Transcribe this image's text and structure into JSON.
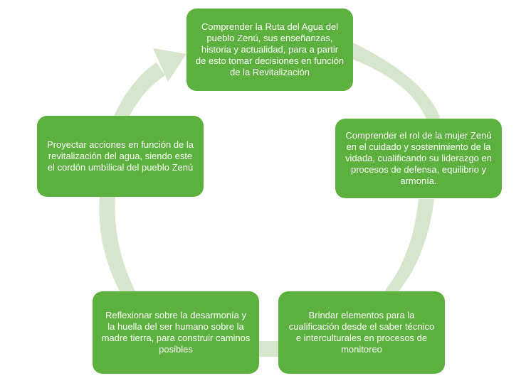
{
  "colors": {
    "box_fill": "#5cb03e",
    "box_text": "#ffffff",
    "arrow_fill": "#d6e6cd"
  },
  "steps": [
    "Comprender la Ruta del Agua del pueblo Zenú, sus enseñanzas, historia y actualidad, para a partir de esto tomar decisiones en función de la Revitalización",
    "Comprender el rol de la mujer Zenú en el cuidado y sostenimiento de la vidada, cualificando su liderazgo en procesos de defensa, equilibrio y armonía.",
    "Brindar elementos para la cualificación desde el saber  técnico e interculturales en procesos de monitoreo",
    "Reflexionar sobre la desarmonía y la huella del ser humano sobre la madre tierra, para construir caminos posibles",
    "Proyectar acciones en función de la revitalización del agua, siendo este el cordón umbilical del pueblo Zenú"
  ]
}
